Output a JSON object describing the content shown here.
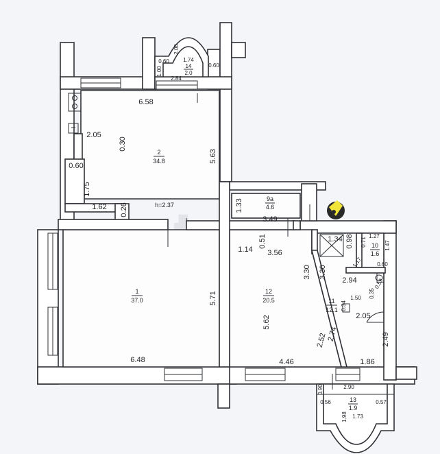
{
  "watermark": "etagi",
  "height_label": "h=2.37",
  "rooms": [
    {
      "number": "1",
      "area": "37.0"
    },
    {
      "number": "2",
      "area": "34.8"
    },
    {
      "number": "9а",
      "area": "4.6"
    },
    {
      "number": "10",
      "area": "1.6"
    },
    {
      "number": "11",
      "area": "12.1"
    },
    {
      "number": "12",
      "area": "20.5"
    },
    {
      "number": "13",
      "area": "1.9"
    },
    {
      "number": "14",
      "area": "2.0"
    }
  ],
  "dimensions": {
    "d658": "6.58",
    "d205a": "2.05",
    "d030": "0.30",
    "d563": "5.63",
    "d060": "0.60",
    "d175": "1.75",
    "d162": "1.62",
    "d026": "0.26",
    "d133": "1.33",
    "d349": "3.49",
    "d571": "5.71",
    "d648": "6.48",
    "d114": "1.14",
    "d051": "0.51",
    "d356": "3.56",
    "d330a": "3.30",
    "d330b": "3.30",
    "d562": "5.62",
    "d446": "4.46",
    "d252": "2.52",
    "d274": "2.74",
    "d294": "2.94",
    "d205b": "2.05",
    "d249": "2.49",
    "d186": "1.86",
    "d150": "1.50",
    "d034": "0.34",
    "d035": "0.35",
    "d117": "1.17",
    "d134": "1.34",
    "d098": "0.98",
    "d127": "1.27",
    "d071": "0.71",
    "d147": "1.47",
    "d060c": "0.60",
    "d059": "0.59",
    "d290": "2.90",
    "d090": "0.90",
    "d056": "0.56",
    "d173": "1.73",
    "d057": "0.57",
    "d198": "1.98",
    "d200": "2.00",
    "d174": "1.74",
    "d060d": "0.60",
    "d060e": "0.60",
    "d100": "1.00",
    "d284": "2.84"
  },
  "colors": {
    "background": "#f4f5f9",
    "wall": "#2f3136",
    "marker": "#f2e53a"
  },
  "icons": [
    "stove-icon",
    "location-marker-icon",
    "shower-tray-icon",
    "toilet-icon",
    "sink-icon"
  ]
}
